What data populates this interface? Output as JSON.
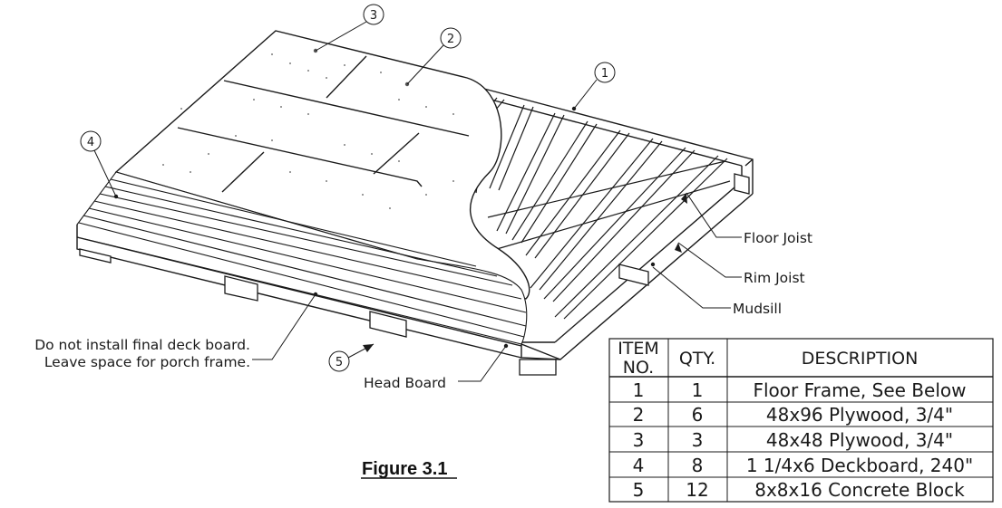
{
  "figure_caption": "Figure 3.1",
  "balloons": [
    "1",
    "2",
    "3",
    "4",
    "5"
  ],
  "callouts": {
    "floor_joist": "Floor Joist",
    "rim_joist": "Rim Joist",
    "mudsill": "Mudsill",
    "head_board": "Head Board",
    "note_line1": "Do not install final deck board.",
    "note_line2": "Leave space for porch frame."
  },
  "bom_table": {
    "headers": {
      "item_line1": "ITEM",
      "item_line2": "NO.",
      "qty": "QTY.",
      "description": "DESCRIPTION"
    },
    "rows": [
      {
        "item": "1",
        "qty": "1",
        "description": "Floor Frame, See Below"
      },
      {
        "item": "2",
        "qty": "6",
        "description": "48x96 Plywood, 3/4\""
      },
      {
        "item": "3",
        "qty": "3",
        "description": "48x48 Plywood, 3/4\""
      },
      {
        "item": "4",
        "qty": "8",
        "description": "1 1/4x6 Deckboard, 240\""
      },
      {
        "item": "5",
        "qty": "12",
        "description": "8x8x16 Concrete Block"
      }
    ]
  }
}
